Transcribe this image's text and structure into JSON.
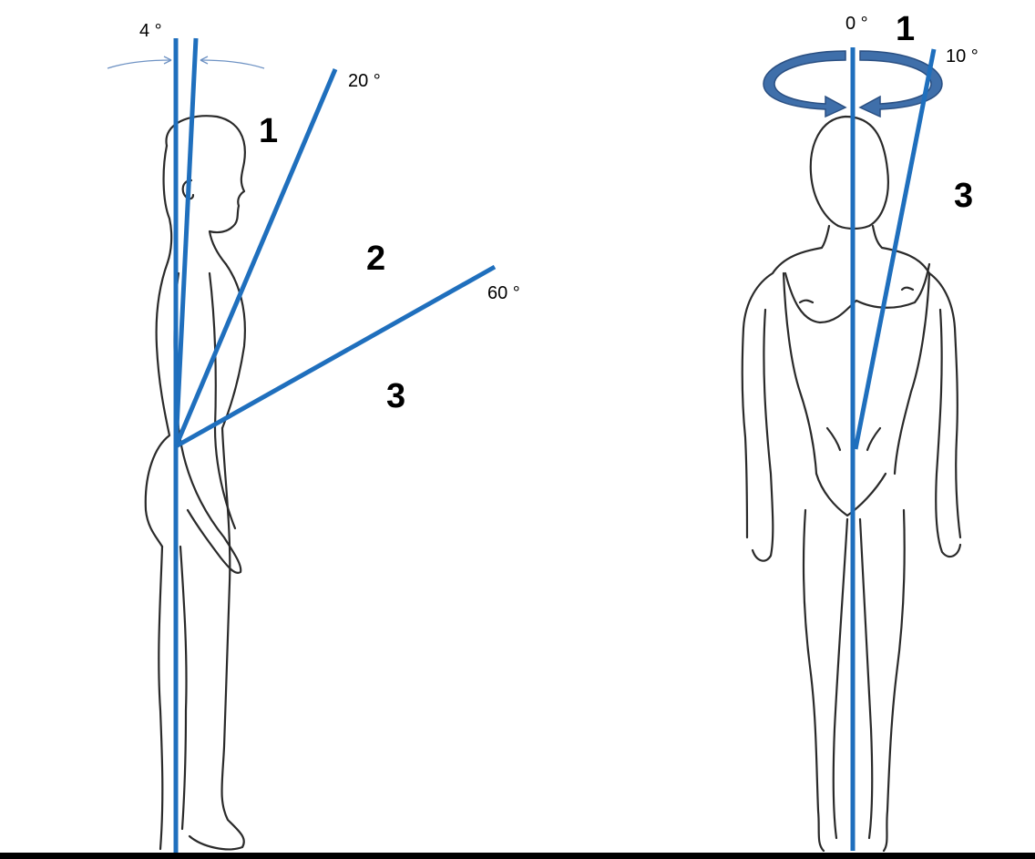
{
  "colors": {
    "line": "#1f6fbd",
    "arrow_fill": "#3f6faa",
    "arrow_stroke": "#2a4f82",
    "outline": "#2a2a2a",
    "ground": "#000000"
  },
  "side_view": {
    "angle_labels": {
      "a4": "4 °",
      "a20": "20 °",
      "a60": "60 °"
    },
    "zone_labels": {
      "z1": "1",
      "z2": "2",
      "z3": "3"
    }
  },
  "front_view": {
    "angle_labels": {
      "a0": "0 °",
      "a10": "10 °"
    },
    "zone_labels": {
      "z1": "1",
      "z3": "3"
    },
    "rotation_arrow_icon": "rotation-arrows-icon"
  }
}
